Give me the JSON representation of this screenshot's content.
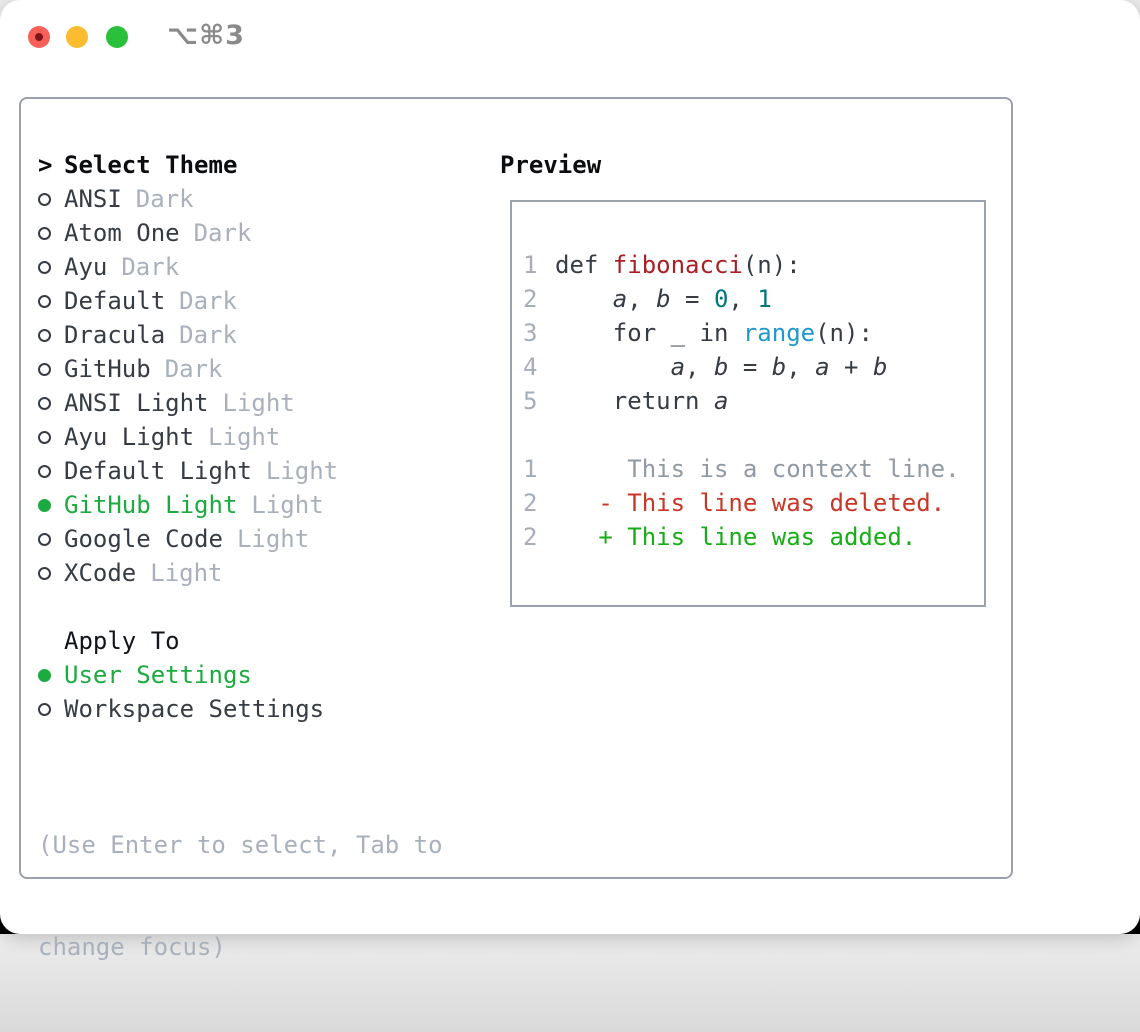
{
  "titlebar": {
    "shortcut": "⌥⌘3"
  },
  "colors": {
    "selection_green": "#1cab40",
    "added_green": "#17ad17",
    "deleted_red": "#c83726",
    "function_red": "#a82025",
    "number_teal": "#00767e",
    "builtin_blue": "#2097ce",
    "muted_gray": "#a8b1bb",
    "line_number_gray": "#a4aeba",
    "text_dark": "#363c43",
    "border_gray": "#99a2ad",
    "traffic_red": "#f96057",
    "traffic_yellow": "#fbbc2f",
    "traffic_green": "#2ac03c"
  },
  "theme_menu": {
    "cursor": ">",
    "title": "Select Theme",
    "items": [
      {
        "name": "ANSI",
        "tag": "Dark",
        "selected": false
      },
      {
        "name": "Atom One",
        "tag": "Dark",
        "selected": false
      },
      {
        "name": "Ayu",
        "tag": "Dark",
        "selected": false
      },
      {
        "name": "Default",
        "tag": "Dark",
        "selected": false
      },
      {
        "name": "Dracula",
        "tag": "Dark",
        "selected": false
      },
      {
        "name": "GitHub",
        "tag": "Dark",
        "selected": false
      },
      {
        "name": "ANSI Light",
        "tag": "Light",
        "selected": false
      },
      {
        "name": "Ayu Light",
        "tag": "Light",
        "selected": false
      },
      {
        "name": "Default Light",
        "tag": "Light",
        "selected": false
      },
      {
        "name": "GitHub Light",
        "tag": "Light",
        "selected": true
      },
      {
        "name": "Google Code",
        "tag": "Light",
        "selected": false
      },
      {
        "name": "XCode",
        "tag": "Light",
        "selected": false
      }
    ]
  },
  "apply_to": {
    "title": "Apply To",
    "options": [
      {
        "label": "User Settings",
        "selected": true
      },
      {
        "label": "Workspace Settings",
        "selected": false
      }
    ]
  },
  "hint": {
    "lines": [
      "(Use Enter to select, Tab to",
      "change focus)"
    ]
  },
  "preview": {
    "title": "Preview",
    "code_lines": [
      {
        "num": "1",
        "tokens": [
          {
            "text": "def ",
            "type": "plain"
          },
          {
            "text": "fibonacci",
            "type": "function"
          },
          {
            "text": "(n):",
            "type": "plain"
          }
        ]
      },
      {
        "num": "2",
        "tokens": [
          {
            "text": "    ",
            "type": "plain"
          },
          {
            "text": "a",
            "type": "variable"
          },
          {
            "text": ", ",
            "type": "plain"
          },
          {
            "text": "b",
            "type": "variable"
          },
          {
            "text": " = ",
            "type": "plain"
          },
          {
            "text": "0",
            "type": "number"
          },
          {
            "text": ", ",
            "type": "plain"
          },
          {
            "text": "1",
            "type": "number"
          }
        ]
      },
      {
        "num": "3",
        "tokens": [
          {
            "text": "    for _ in ",
            "type": "plain"
          },
          {
            "text": "range",
            "type": "builtin"
          },
          {
            "text": "(n):",
            "type": "plain"
          }
        ]
      },
      {
        "num": "4",
        "tokens": [
          {
            "text": "        ",
            "type": "plain"
          },
          {
            "text": "a",
            "type": "variable"
          },
          {
            "text": ", ",
            "type": "plain"
          },
          {
            "text": "b",
            "type": "variable"
          },
          {
            "text": " = ",
            "type": "plain"
          },
          {
            "text": "b",
            "type": "variable"
          },
          {
            "text": ", ",
            "type": "plain"
          },
          {
            "text": "a",
            "type": "variable"
          },
          {
            "text": " + ",
            "type": "plain"
          },
          {
            "text": "b",
            "type": "variable"
          }
        ]
      },
      {
        "num": "5",
        "tokens": [
          {
            "text": "    return ",
            "type": "plain"
          },
          {
            "text": "a",
            "type": "variable"
          }
        ]
      }
    ],
    "diff_lines": [
      {
        "num": "1",
        "text": "     This is a context line.",
        "kind": "context"
      },
      {
        "num": "2",
        "text": "   - This line was deleted.",
        "kind": "deleted"
      },
      {
        "num": "2",
        "text": "   + This line was added.",
        "kind": "added"
      }
    ]
  }
}
